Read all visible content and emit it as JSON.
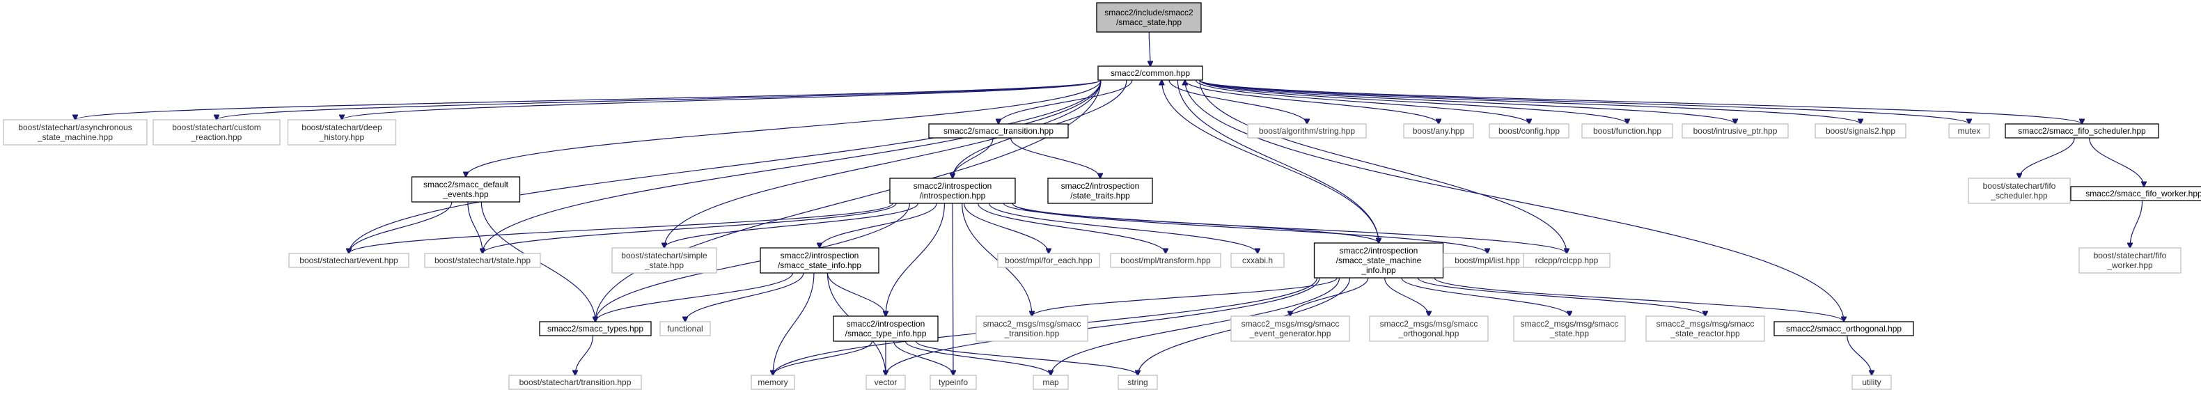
{
  "colors": {
    "root_fill": "#bfbfbf",
    "root_border": "#000000",
    "documented_fill": "#ffffff",
    "documented_border": "#000000",
    "external_border": "#bfbfbf",
    "label_text": "#000000",
    "external_text": "#333333",
    "edge": "#191970"
  },
  "nodes": [
    {
      "id": "root",
      "kind": "root",
      "lines": [
        "smacc2/include/smacc2",
        "/smacc_state.hpp"
      ]
    },
    {
      "id": "common",
      "kind": "documented",
      "lines": [
        "smacc2/common.hpp"
      ]
    },
    {
      "id": "async_sm",
      "kind": "external",
      "lines": [
        "boost/statechart/asynchronous",
        "_state_machine.hpp"
      ]
    },
    {
      "id": "custom_reaction",
      "kind": "external",
      "lines": [
        "boost/statechart/custom",
        "_reaction.hpp"
      ]
    },
    {
      "id": "deep_history",
      "kind": "external",
      "lines": [
        "boost/statechart/deep",
        "_history.hpp"
      ]
    },
    {
      "id": "default_events",
      "kind": "documented",
      "lines": [
        "smacc2/smacc_default",
        "_events.hpp"
      ]
    },
    {
      "id": "smacc_transition",
      "kind": "documented",
      "lines": [
        "smacc2/smacc_transition.hpp"
      ]
    },
    {
      "id": "algorithm_string",
      "kind": "external",
      "lines": [
        "boost/algorithm/string.hpp"
      ]
    },
    {
      "id": "boost_any",
      "kind": "external",
      "lines": [
        "boost/any.hpp"
      ]
    },
    {
      "id": "boost_config",
      "kind": "external",
      "lines": [
        "boost/config.hpp"
      ]
    },
    {
      "id": "boost_function",
      "kind": "external",
      "lines": [
        "boost/function.hpp"
      ]
    },
    {
      "id": "intrusive_ptr",
      "kind": "external",
      "lines": [
        "boost/intrusive_ptr.hpp"
      ]
    },
    {
      "id": "signals2",
      "kind": "external",
      "lines": [
        "boost/signals2.hpp"
      ]
    },
    {
      "id": "mutex",
      "kind": "external",
      "lines": [
        "mutex"
      ]
    },
    {
      "id": "fifo_scheduler",
      "kind": "documented",
      "lines": [
        "smacc2/smacc_fifo_scheduler.hpp"
      ]
    },
    {
      "id": "introspection",
      "kind": "documented",
      "lines": [
        "smacc2/introspection",
        "/introspection.hpp"
      ]
    },
    {
      "id": "state_traits",
      "kind": "documented",
      "lines": [
        "smacc2/introspection",
        "/state_traits.hpp"
      ]
    },
    {
      "id": "sc_fifo_scheduler",
      "kind": "external",
      "lines": [
        "boost/statechart/fifo",
        "_scheduler.hpp"
      ]
    },
    {
      "id": "fifo_worker",
      "kind": "documented",
      "lines": [
        "smacc2/smacc_fifo_worker.hpp"
      ]
    },
    {
      "id": "event_hpp",
      "kind": "external",
      "lines": [
        "boost/statechart/event.hpp"
      ]
    },
    {
      "id": "state_hpp",
      "kind": "external",
      "lines": [
        "boost/statechart/state.hpp"
      ]
    },
    {
      "id": "simple_state",
      "kind": "external",
      "lines": [
        "boost/statechart/simple",
        "_state.hpp"
      ]
    },
    {
      "id": "state_info",
      "kind": "documented",
      "lines": [
        "smacc2/introspection",
        "/smacc_state_info.hpp"
      ]
    },
    {
      "id": "mpl_for_each",
      "kind": "external",
      "lines": [
        "boost/mpl/for_each.hpp"
      ]
    },
    {
      "id": "mpl_transform",
      "kind": "external",
      "lines": [
        "boost/mpl/transform.hpp"
      ]
    },
    {
      "id": "cxxabi",
      "kind": "external",
      "lines": [
        "cxxabi.h"
      ]
    },
    {
      "id": "sm_info",
      "kind": "documented",
      "lines": [
        "smacc2/introspection",
        "/smacc_state_machine",
        "_info.hpp"
      ]
    },
    {
      "id": "mpl_list",
      "kind": "external",
      "lines": [
        "boost/mpl/list.hpp"
      ]
    },
    {
      "id": "rclcpp",
      "kind": "external",
      "lines": [
        "rclcpp/rclcpp.hpp"
      ]
    },
    {
      "id": "sc_fifo_worker",
      "kind": "external",
      "lines": [
        "boost/statechart/fifo",
        "_worker.hpp"
      ]
    },
    {
      "id": "smacc_types",
      "kind": "documented",
      "lines": [
        "smacc2/smacc_types.hpp"
      ]
    },
    {
      "id": "functional",
      "kind": "external",
      "lines": [
        "functional"
      ]
    },
    {
      "id": "type_info",
      "kind": "documented",
      "lines": [
        "smacc2/introspection",
        "/smacc_type_info.hpp"
      ]
    },
    {
      "id": "msg_transition",
      "kind": "external",
      "lines": [
        "smacc2_msgs/msg/smacc",
        "_transition.hpp"
      ]
    },
    {
      "id": "msg_event_generator",
      "kind": "external",
      "lines": [
        "smacc2_msgs/msg/smacc",
        "_event_generator.hpp"
      ]
    },
    {
      "id": "msg_orthogonal",
      "kind": "external",
      "lines": [
        "smacc2_msgs/msg/smacc",
        "_orthogonal.hpp"
      ]
    },
    {
      "id": "msg_state",
      "kind": "external",
      "lines": [
        "smacc2_msgs/msg/smacc",
        "_state.hpp"
      ]
    },
    {
      "id": "msg_state_reactor",
      "kind": "external",
      "lines": [
        "smacc2_msgs/msg/smacc",
        "_state_reactor.hpp"
      ]
    },
    {
      "id": "smacc_orthogonal",
      "kind": "documented",
      "lines": [
        "smacc2/smacc_orthogonal.hpp"
      ]
    },
    {
      "id": "sc_transition",
      "kind": "external",
      "lines": [
        "boost/statechart/transition.hpp"
      ]
    },
    {
      "id": "memory",
      "kind": "external",
      "lines": [
        "memory"
      ]
    },
    {
      "id": "vector",
      "kind": "external",
      "lines": [
        "vector"
      ]
    },
    {
      "id": "typeinfo",
      "kind": "external",
      "lines": [
        "typeinfo"
      ]
    },
    {
      "id": "map",
      "kind": "external",
      "lines": [
        "map"
      ]
    },
    {
      "id": "string",
      "kind": "external",
      "lines": [
        "string"
      ]
    },
    {
      "id": "utility",
      "kind": "external",
      "lines": [
        "utility"
      ]
    }
  ],
  "edges": [
    [
      "root",
      "common"
    ],
    [
      "common",
      "async_sm"
    ],
    [
      "common",
      "custom_reaction"
    ],
    [
      "common",
      "deep_history"
    ],
    [
      "common",
      "default_events"
    ],
    [
      "common",
      "smacc_transition"
    ],
    [
      "common",
      "algorithm_string"
    ],
    [
      "common",
      "boost_any"
    ],
    [
      "common",
      "boost_config"
    ],
    [
      "common",
      "boost_function"
    ],
    [
      "common",
      "intrusive_ptr"
    ],
    [
      "common",
      "signals2"
    ],
    [
      "common",
      "mutex"
    ],
    [
      "common",
      "fifo_scheduler"
    ],
    [
      "common",
      "introspection"
    ],
    [
      "common",
      "event_hpp"
    ],
    [
      "common",
      "state_hpp"
    ],
    [
      "common",
      "simple_state"
    ],
    [
      "common",
      "smacc_types"
    ],
    [
      "common",
      "rclcpp"
    ],
    [
      "common",
      "sm_info"
    ],
    [
      "default_events",
      "event_hpp"
    ],
    [
      "default_events",
      "state_hpp"
    ],
    [
      "default_events",
      "smacc_types"
    ],
    [
      "smacc_transition",
      "introspection"
    ],
    [
      "smacc_transition",
      "state_traits"
    ],
    [
      "fifo_scheduler",
      "sc_fifo_scheduler"
    ],
    [
      "fifo_scheduler",
      "fifo_worker"
    ],
    [
      "fifo_worker",
      "sc_fifo_worker"
    ],
    [
      "introspection",
      "event_hpp"
    ],
    [
      "introspection",
      "state_hpp"
    ],
    [
      "introspection",
      "simple_state"
    ],
    [
      "introspection",
      "state_info"
    ],
    [
      "introspection",
      "mpl_for_each"
    ],
    [
      "introspection",
      "mpl_transform"
    ],
    [
      "introspection",
      "cxxabi"
    ],
    [
      "introspection",
      "sm_info"
    ],
    [
      "introspection",
      "mpl_list"
    ],
    [
      "introspection",
      "rclcpp"
    ],
    [
      "introspection",
      "smacc_types"
    ],
    [
      "introspection",
      "type_info"
    ],
    [
      "introspection",
      "msg_transition"
    ],
    [
      "introspection",
      "typeinfo"
    ],
    [
      "state_info",
      "smacc_types"
    ],
    [
      "state_info",
      "functional"
    ],
    [
      "state_info",
      "type_info"
    ],
    [
      "state_info",
      "memory"
    ],
    [
      "state_info",
      "vector"
    ],
    [
      "type_info",
      "memory"
    ],
    [
      "type_info",
      "vector"
    ],
    [
      "type_info",
      "typeinfo"
    ],
    [
      "type_info",
      "map"
    ],
    [
      "type_info",
      "string"
    ],
    [
      "sm_info",
      "common"
    ],
    [
      "sm_info",
      "mpl_list"
    ],
    [
      "sm_info",
      "smacc_orthogonal"
    ],
    [
      "sm_info",
      "msg_transition"
    ],
    [
      "sm_info",
      "msg_event_generator"
    ],
    [
      "sm_info",
      "msg_orthogonal"
    ],
    [
      "sm_info",
      "msg_state"
    ],
    [
      "sm_info",
      "msg_state_reactor"
    ],
    [
      "sm_info",
      "memory"
    ],
    [
      "sm_info",
      "vector"
    ],
    [
      "sm_info",
      "map"
    ],
    [
      "sm_info",
      "string"
    ],
    [
      "smacc_orthogonal",
      "common"
    ],
    [
      "smacc_orthogonal",
      "utility"
    ],
    [
      "smacc_types",
      "sc_transition"
    ]
  ]
}
